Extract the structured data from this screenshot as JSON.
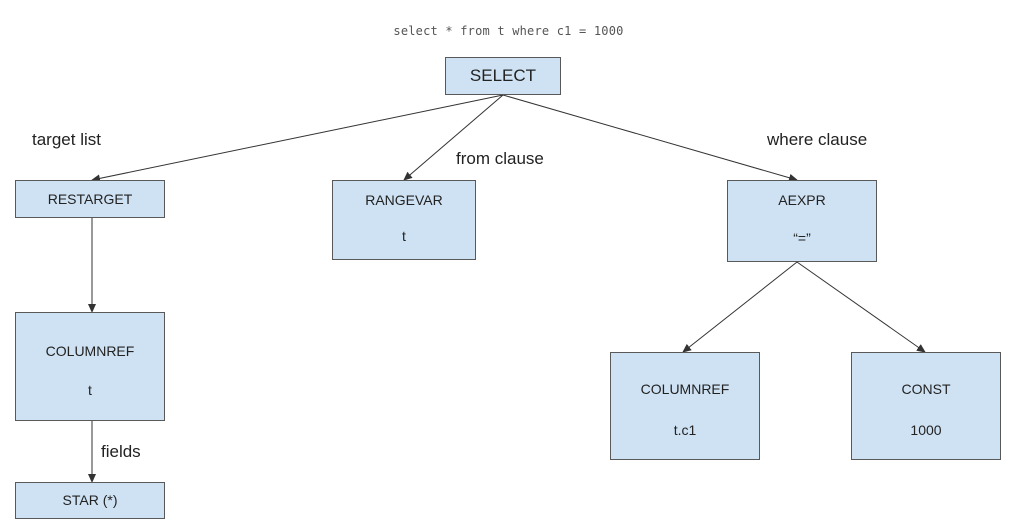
{
  "query": "select * from t where c1 = 1000",
  "nodes": {
    "select": {
      "title": "SELECT",
      "value": ""
    },
    "restarget": {
      "title": "RESTARGET",
      "value": ""
    },
    "rangevar": {
      "title": "RANGEVAR",
      "value": "t"
    },
    "aexpr": {
      "title": "AEXPR",
      "value": "“=”"
    },
    "columnref_t": {
      "title": "COLUMNREF",
      "value": "t"
    },
    "star": {
      "title": "STAR (*)",
      "value": ""
    },
    "columnref_tc1": {
      "title": "COLUMNREF",
      "value": "t.c1"
    },
    "const": {
      "title": "CONST",
      "value": "1000"
    }
  },
  "edge_labels": {
    "target_list": "target list",
    "from_clause": "from clause",
    "where_clause": "where clause",
    "fields": "fields"
  },
  "colors": {
    "node_fill": "#cfe2f3",
    "node_border": "#595959",
    "edge": "#333333"
  }
}
